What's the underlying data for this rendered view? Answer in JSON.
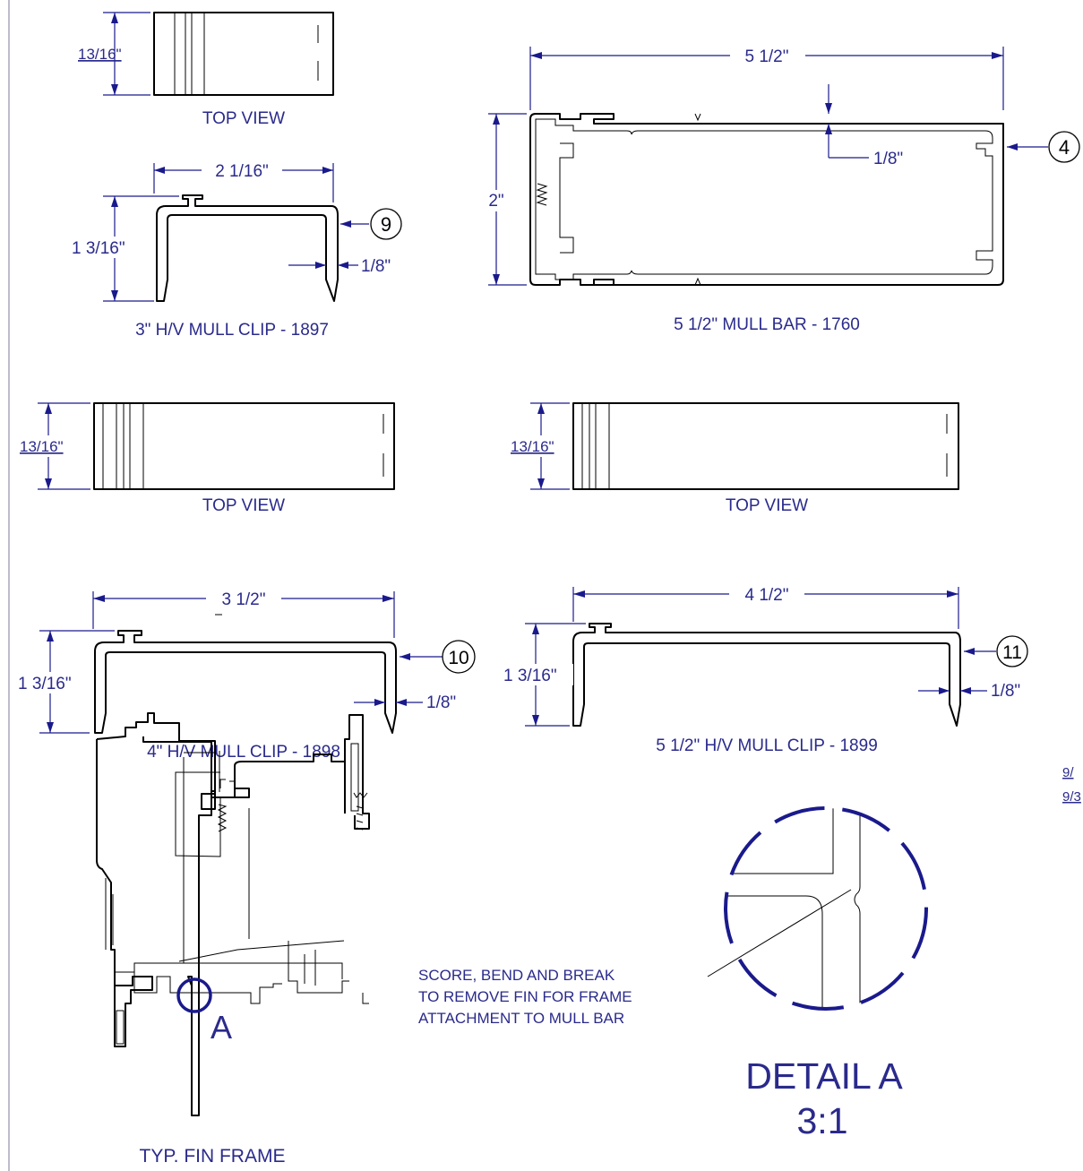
{
  "colors": {
    "ink": "#2a2a8c",
    "line": "#000000",
    "paper": "#ffffff"
  },
  "clip3": {
    "top_dim": "13/16\"",
    "top_label": "TOP VIEW",
    "width": "2 1/16\"",
    "height": "1 3/16\"",
    "wall": "1/8\"",
    "callout": "9",
    "title": "3\" H/V MULL CLIP - 1897"
  },
  "bar": {
    "width": "5 1/2\"",
    "height": "2\"",
    "wall": "1/8\"",
    "callout": "4",
    "title": "5 1/2\" MULL BAR - 1760"
  },
  "clip4": {
    "top_dim": "13/16\"",
    "top_label": "TOP VIEW",
    "width": "3 1/2\"",
    "height": "1 3/16\"",
    "wall": "1/8\"",
    "callout": "10",
    "title": "4\" H/V MULL CLIP - 1898"
  },
  "clip55": {
    "top_dim": "13/16\"",
    "top_label": "TOP VIEW",
    "width": "4 1/2\"",
    "height": "1 3/16\"",
    "wall": "1/8\"",
    "callout": "11",
    "title": "5 1/2\" H/V MULL CLIP - 1899"
  },
  "edge_text": {
    "line1": "9/",
    "line2": "9/3"
  },
  "frame": {
    "marker": "A",
    "title": "TYP. FIN FRAME"
  },
  "note": {
    "line1": "SCORE, BEND AND BREAK",
    "line2": "TO REMOVE FIN FOR FRAME",
    "line3": "ATTACHMENT TO MULL BAR"
  },
  "detail": {
    "title": "DETAIL A",
    "scale": "3:1"
  }
}
